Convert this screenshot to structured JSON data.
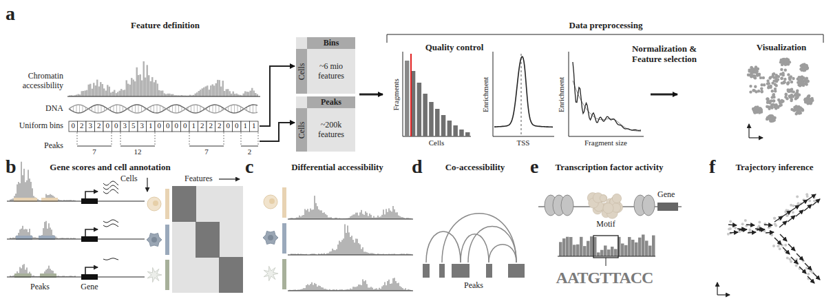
{
  "diagram": {
    "nodes": [
      {
        "text": [
          "Bins",
          "Cells",
          "~6 mio features"
        ]
      },
      {
        "text": [
          "Peaks",
          "Cells",
          "~200k features"
        ]
      }
    ],
    "labels": [
      "a",
      "Feature definition",
      "Chromatin accessibility",
      "DNA",
      "Uniform bins",
      "Peaks",
      "0",
      "2",
      "3",
      "2",
      "0",
      "0",
      "3",
      "5",
      "3",
      "1",
      "0",
      "0",
      "0",
      "0",
      "1",
      "2",
      "2",
      "2",
      "0",
      "0",
      "1",
      "1",
      "7",
      "12",
      "7",
      "2",
      "Data preprocessing",
      "Quality control",
      "Fragments",
      "Cells",
      "Enrichment",
      "TSS",
      "Enrichment",
      "Fragment size",
      "Normalization & Feature selection",
      "Visualization",
      "b",
      "Gene scores and cell annotation",
      "Peaks",
      "Gene",
      "Cells",
      "Features",
      "c",
      "Differential accessibility",
      "d",
      "Co-accessibility",
      "Peaks",
      "e",
      "Transcription factor activity",
      "Gene",
      "Motif",
      "AATGTTACC",
      "f",
      "Trajectory inference"
    ]
  }
}
